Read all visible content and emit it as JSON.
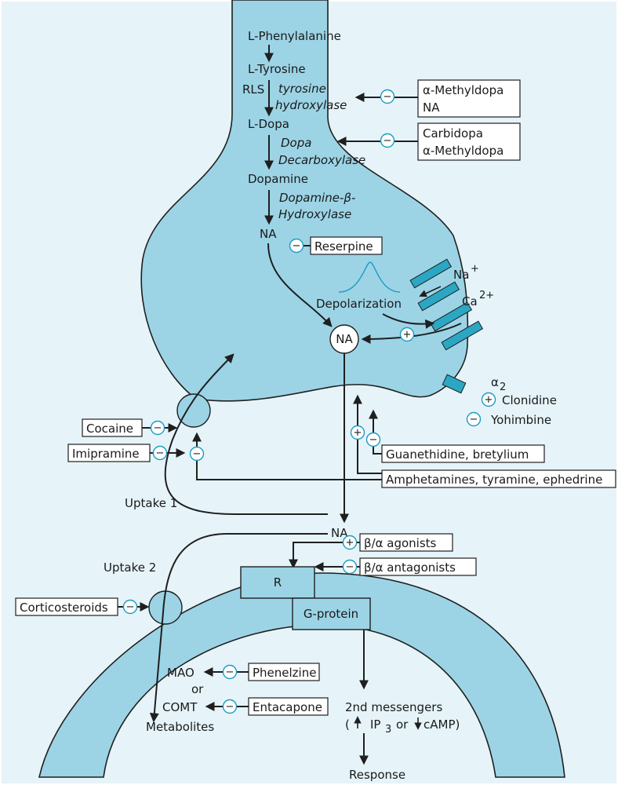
{
  "pathway": {
    "phenylalanine": "L-Phenylalanine",
    "tyrosine": "L-Tyrosine",
    "rls": "RLS",
    "enzyme1_line1": "tyrosine",
    "enzyme1_line2": "hydroxylase",
    "dopa": "L-Dopa",
    "enzyme2_line1": "Dopa",
    "enzyme2_line2": "Decarboxylase",
    "dopamine": "Dopamine",
    "enzyme3_line1": "Dopamine-β-",
    "enzyme3_line2": "Hydroxylase",
    "na_vesicle": "NA"
  },
  "drug_boxes": {
    "methyldopa_line1": "α-Methyldopa",
    "methyldopa_line2": "NA",
    "carbidopa_line1": "Carbidopa",
    "carbidopa_line2": "α-Methyldopa",
    "reserpine": "Reserpine",
    "cocaine": "Cocaine",
    "imipramine": "Imipramine",
    "guanethidine": "Guanethidine, bretylium",
    "amphetamines": "Amphetamines, tyramine, ephedrine",
    "beta_agonists": "β/α agonists",
    "beta_antagonists": "β/α antagonists",
    "corticosteroids": "Corticosteroids",
    "phenelzine": "Phenelzine",
    "entacapone": "Entacapone"
  },
  "labels": {
    "na_ion": "Na",
    "na_charge": "+",
    "ca_ion": "Ca",
    "ca_charge": "2+",
    "depolarization": "Depolarization",
    "na_circle": "NA",
    "alpha2": "α",
    "alpha2_sub": "2",
    "clonidine": "Clonidine",
    "yohimbine": "Yohimbine",
    "uptake1": "Uptake 1",
    "uptake2": "Uptake 2",
    "na_cleft": "NA",
    "receptor": "R",
    "gprotein": "G-protein",
    "mao": "MAO",
    "or": "or",
    "comt": "COMT",
    "metabolites": "Metabolites",
    "second_messengers": "2nd messengers",
    "msg_open": "(",
    "ip3": "IP",
    "ip3_sub": "3",
    "msg_or": "or",
    "camp": "cAMP)",
    "response": "Response"
  },
  "symbols": {
    "minus": "−",
    "plus": "+"
  },
  "colors": {
    "background": "#e6f4f9",
    "neuron_fill": "#9cd4e6",
    "outline": "#1f1f1f",
    "channel": "#2ba7c4",
    "sign_stroke": "#1e9cc0",
    "box_fill": "#ffffff"
  }
}
